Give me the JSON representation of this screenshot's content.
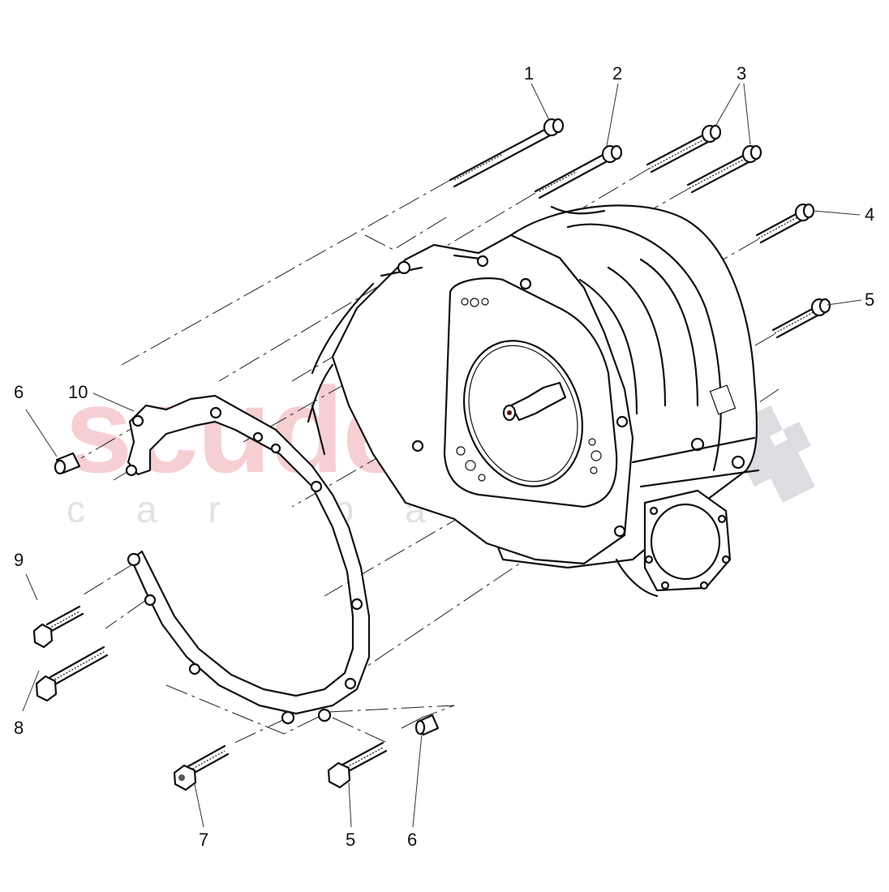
{
  "diagram": {
    "title": "Transmission bell housing - exploded parts view",
    "watermark": {
      "brand": "scuderia",
      "tagline": "car parts",
      "brand_color": "#f6cfd2",
      "tagline_color": "#e2e2e6",
      "logo": "checkered-flag-icon"
    },
    "callouts": [
      {
        "id": "c1",
        "label": "1",
        "part": "long bolt (partially threaded)"
      },
      {
        "id": "c2",
        "label": "2",
        "part": "long bolt (partially threaded)"
      },
      {
        "id": "c3",
        "label": "3",
        "part": "bolt (x2)"
      },
      {
        "id": "c4",
        "label": "4",
        "part": "bolt"
      },
      {
        "id": "c5a",
        "label": "5",
        "part": "bolt"
      },
      {
        "id": "c6a",
        "label": "6",
        "part": "dowel sleeve"
      },
      {
        "id": "c10",
        "label": "10",
        "part": "upper adapter bracket"
      },
      {
        "id": "c9",
        "label": "9",
        "part": "short hex bolt"
      },
      {
        "id": "c8",
        "label": "8",
        "part": "hex bolt"
      },
      {
        "id": "c7",
        "label": "7",
        "part": "hex bolt (captive washer)"
      },
      {
        "id": "c5b",
        "label": "5",
        "part": "bolt"
      },
      {
        "id": "c6b",
        "label": "6",
        "part": "dowel sleeve"
      }
    ],
    "assemblies": [
      "transmission-housing",
      "flywheel-cover-plate",
      "input-shaft",
      "adapter-ring-gasket",
      "output-flange"
    ]
  }
}
